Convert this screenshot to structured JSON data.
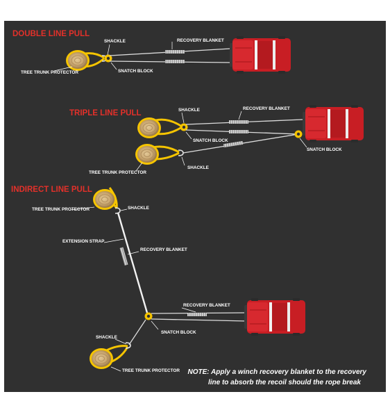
{
  "colors": {
    "background": "#303030",
    "title_red": "#e3302a",
    "truck_red": "#c81e24",
    "yellow": "#f5c400",
    "log_tan": "#c9a877",
    "rope": "#dddddd",
    "text": "#ffffff"
  },
  "sections": {
    "double": {
      "title": "DOUBLE LINE PULL",
      "labels": {
        "shackle": "SHACKLE",
        "recovery_blanket": "RECOVERY BLANKET",
        "tree_trunk_protector": "TREE TRUNK PROTECTOR",
        "snatch_block": "SNATCH BLOCK"
      }
    },
    "triple": {
      "title": "TRIPLE LINE PULL",
      "labels": {
        "shackle_top": "SHACKLE",
        "recovery_blanket": "RECOVERY BLANKET",
        "snatch_block_mid": "SNATCH BLOCK",
        "snatch_block_truck": "SNATCH BLOCK",
        "tree_trunk_protector": "TREE TRUNK PROTECTOR",
        "shackle_bottom": "SHACKLE"
      }
    },
    "indirect": {
      "title": "INDIRECT LINE PULL",
      "labels": {
        "tree_trunk_protector_top": "TREE TRUNK PROTECTOR",
        "shackle_top": "SHACKLE",
        "extension_strap": "EXTENSION STRAP",
        "recovery_blanket_strap": "RECOVERY BLANKET",
        "recovery_blanket_line": "RECOVERY BLANKET",
        "snatch_block": "SNATCH BLOCK",
        "shackle_bottom": "SHACKLE",
        "tree_trunk_protector_bottom": "TREE TRUNK PROTECTOR"
      }
    }
  },
  "note": {
    "line1": "NOTE: Apply a winch recovery blanket to the recovery",
    "line2": "line to absorb the recoil should the rope break"
  }
}
